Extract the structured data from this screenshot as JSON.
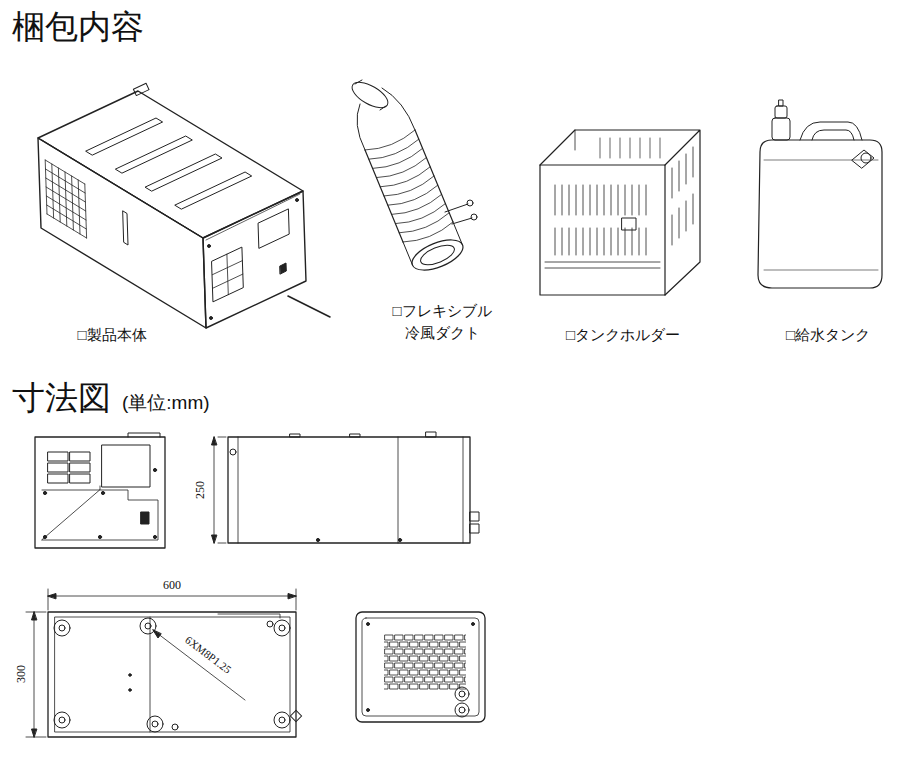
{
  "diagram": {
    "title": "梱包内容",
    "labels": [
      "□製品本体",
      "□フレキシブル 冷風ダクト",
      "□タンクホルダー",
      "□給水タンク",
      "寸法図",
      "(単位:mm)",
      "250",
      "600",
      "300",
      "6XM8P1.25"
    ]
  }
}
